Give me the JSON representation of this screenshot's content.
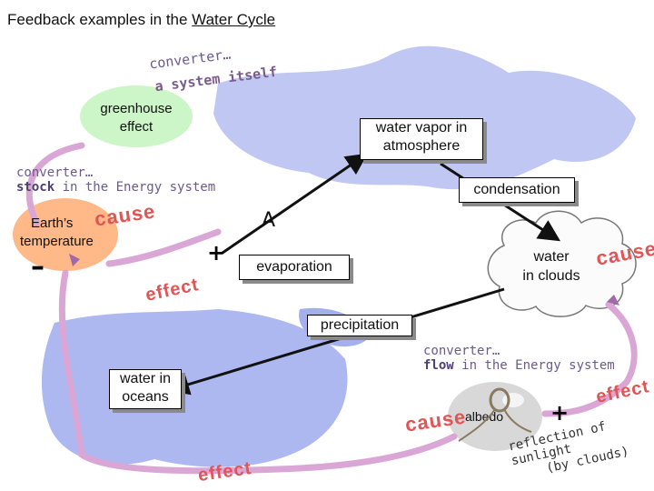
{
  "title": {
    "prefix": "Feedback examples in the ",
    "link": "Water Cycle"
  },
  "greenhouse": {
    "label_line1": "greenhouse",
    "label_line2": "effect",
    "note_line1": "converter…",
    "note_line2": "a system itself"
  },
  "nodes": {
    "water_vapor_line1": "water vapor in",
    "water_vapor_line2": "atmosphere",
    "condensation": "condensation",
    "water_clouds_line1": "water",
    "water_clouds_line2": "in clouds",
    "evaporation": "evaporation",
    "precipitation": "precipitation",
    "water_oceans_line1": "water in",
    "water_oceans_line2": "oceans",
    "earth_temp_line1": "Earth’s",
    "earth_temp_line2": "temperature",
    "albedo": "albedo"
  },
  "notes": {
    "converter_stock_line1": "converter…",
    "stock_word": "stock",
    "stock_rest": " in the Energy system",
    "converter_flow_line1": "converter…",
    "flow_word": "flow",
    "flow_rest": " in the Energy system",
    "reflection_line1": "reflection of sunlight",
    "reflection_line2": "(by clouds)",
    "letter_a": "A"
  },
  "labels": {
    "cause": "cause",
    "effect": "effect",
    "plus": "+",
    "minus": "–"
  },
  "colors": {
    "cycle_path": "#d9a6d6",
    "arrow_head": "#a06aa8",
    "blob": "#a9b4ee",
    "greenhouse_fill": "#c9f5c5",
    "label_red": "#e05555"
  }
}
